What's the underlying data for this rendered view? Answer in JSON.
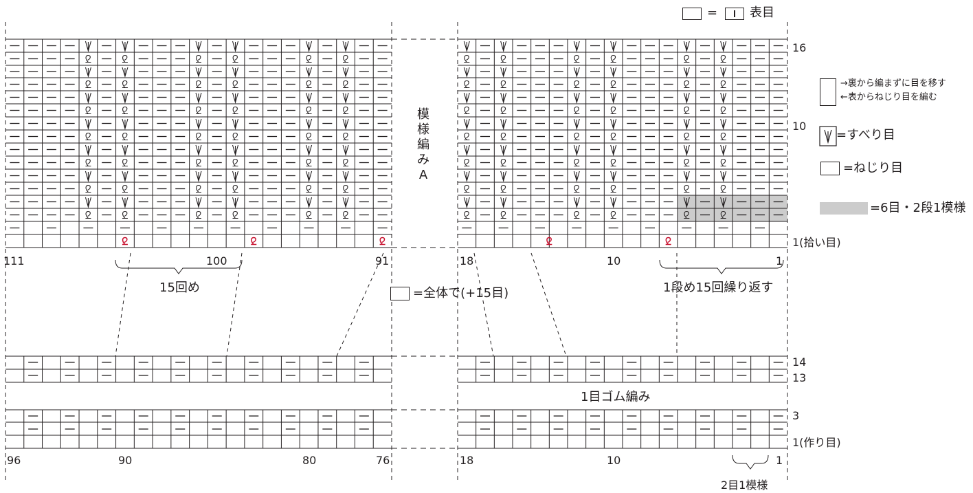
{
  "colors": {
    "ink": "#231f20",
    "twist_red": "#c8102e",
    "repeat_gray": "#cccccc"
  },
  "legend": {
    "knit_text": "表目",
    "slip_pair_text_1": "→裏から編まずに目を移す",
    "slip_pair_text_2": "←表からねじり目を編む",
    "slip_text": "=すべり目",
    "twist_text": "=ねじり目",
    "repeat_text": "=6目・2段1模様"
  },
  "pattern_a": {
    "title_chars": [
      "模",
      "様",
      "編",
      "み",
      "A"
    ],
    "row_labels": {
      "top": "16",
      "mid": "10",
      "bottom": "1(拾い目)"
    },
    "left_col_labels": {
      "start": "111",
      "mid": "100",
      "end": "91"
    },
    "right_col_labels": {
      "start": "18",
      "mid": "10",
      "end": "1"
    },
    "repeat_15": "15回め",
    "repeat_row1": "1段め15回繰り返す",
    "increase_note": "=全体で(+15目)"
  },
  "rib": {
    "title": "1目ゴム編み",
    "row_labels": {
      "top": "14",
      "second": "13",
      "third": "3",
      "bottom": "1(作り目)"
    },
    "left_col_labels": {
      "start": "96",
      "a": "90",
      "b": "80",
      "end": "76"
    },
    "right_col_labels": {
      "start": "18",
      "mid": "10",
      "end": "1"
    },
    "repeat_label": "2目1模様"
  }
}
